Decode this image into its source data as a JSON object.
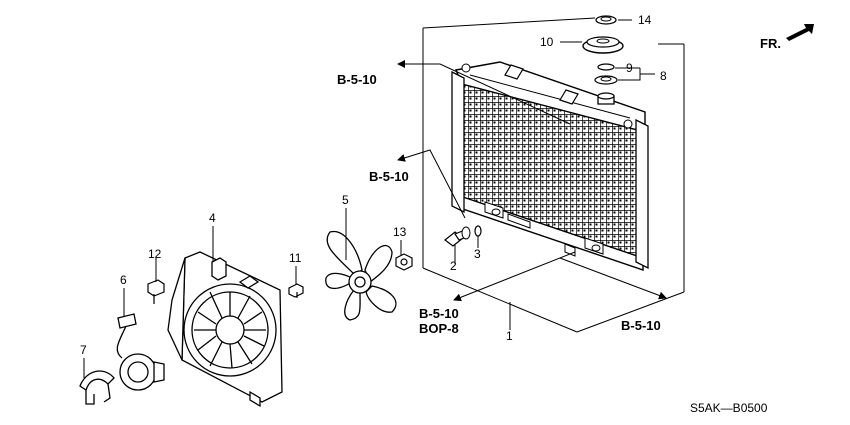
{
  "diagram_code": "S5AK—B0500",
  "front_indicator": "FR.",
  "callouts": {
    "c1": "1",
    "c2": "2",
    "c3": "3",
    "c4": "4",
    "c5": "5",
    "c6": "6",
    "c7": "7",
    "c8": "8",
    "c9": "9",
    "c10": "10",
    "c11": "11",
    "c12": "12",
    "c13": "13",
    "c14": "14"
  },
  "references": {
    "ref_top": "B-5-10",
    "ref_mid": "B-5-10",
    "ref_bottom": "B-5-10",
    "ref_bop": "BOP-8",
    "ref_right": "B-5-10"
  }
}
